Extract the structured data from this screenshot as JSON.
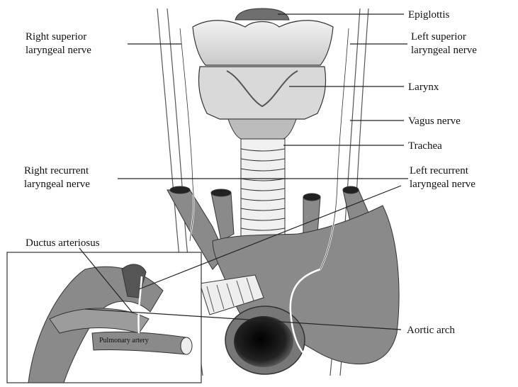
{
  "labels": {
    "epiglottis": "Epiglottis",
    "right_superior": [
      "Right superior",
      "laryngeal nerve"
    ],
    "left_superior": [
      "Left superior",
      "laryngeal nerve"
    ],
    "larynx": "Larynx",
    "vagus": "Vagus nerve",
    "trachea": "Trachea",
    "right_recurrent": [
      "Right recurrent",
      "laryngeal nerve"
    ],
    "left_recurrent": [
      "Left recurrent",
      "laryngeal nerve"
    ],
    "ductus": "Ductus arteriosus",
    "pulmonary": "Pulmonary artery",
    "aortic_arch": "Aortic arch"
  },
  "colors": {
    "tissue_dark": "#7a7a7a",
    "tissue_mid": "#9a9a9a",
    "cartilage": "#e4e4e4",
    "outline": "#333333"
  }
}
